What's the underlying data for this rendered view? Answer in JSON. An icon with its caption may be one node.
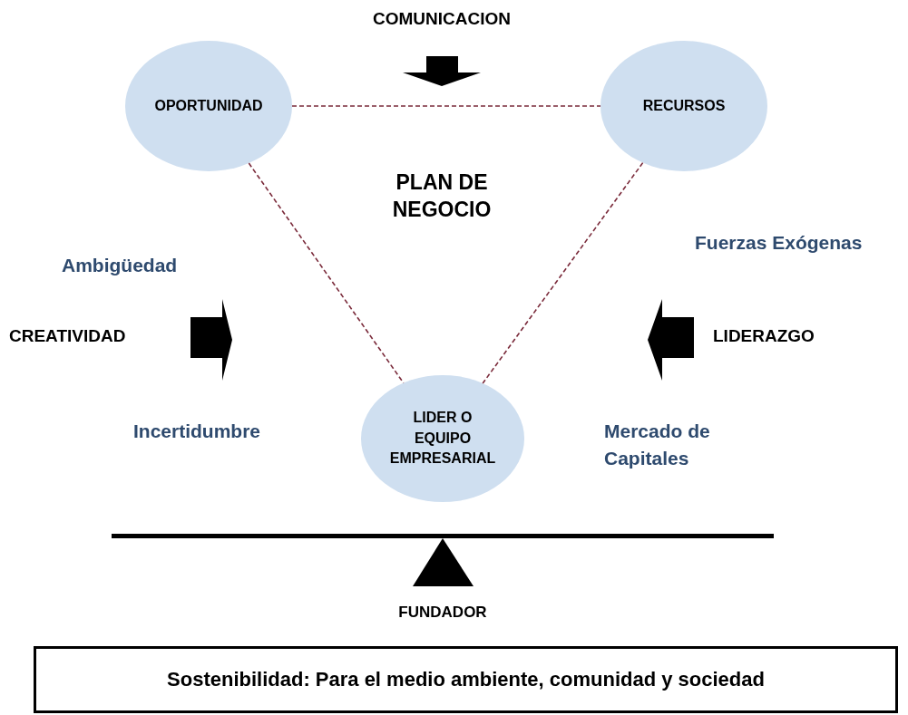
{
  "diagram": {
    "nodes": [
      {
        "text": [
          "OPORTUNIDAD"
        ]
      },
      {
        "text": [
          "RECURSOS"
        ]
      },
      {
        "text": [
          "LIDER O EQUIPO EMPRESARIAL"
        ]
      },
      {
        "text": [
          "Sostenibilidad: Para el medio ambiente, comunidad y sociedad"
        ]
      }
    ],
    "edges": [
      {
        "from": 0,
        "to": 1,
        "arrow": "none",
        "style": "dashed"
      },
      {
        "from": 0,
        "to": 2,
        "arrow": "none",
        "style": "dashed"
      },
      {
        "from": 1,
        "to": 2,
        "arrow": "none",
        "style": "dashed"
      }
    ],
    "labels": [
      "COMUNICACION",
      "PLAN DE NEGOCIO",
      "Fuerzas Exógenas",
      "Ambigüedad",
      "CREATIVIDAD",
      "LIDERAZGO",
      "Incertidumbre",
      "Mercado de Capitales",
      "FUNDADOR"
    ]
  }
}
